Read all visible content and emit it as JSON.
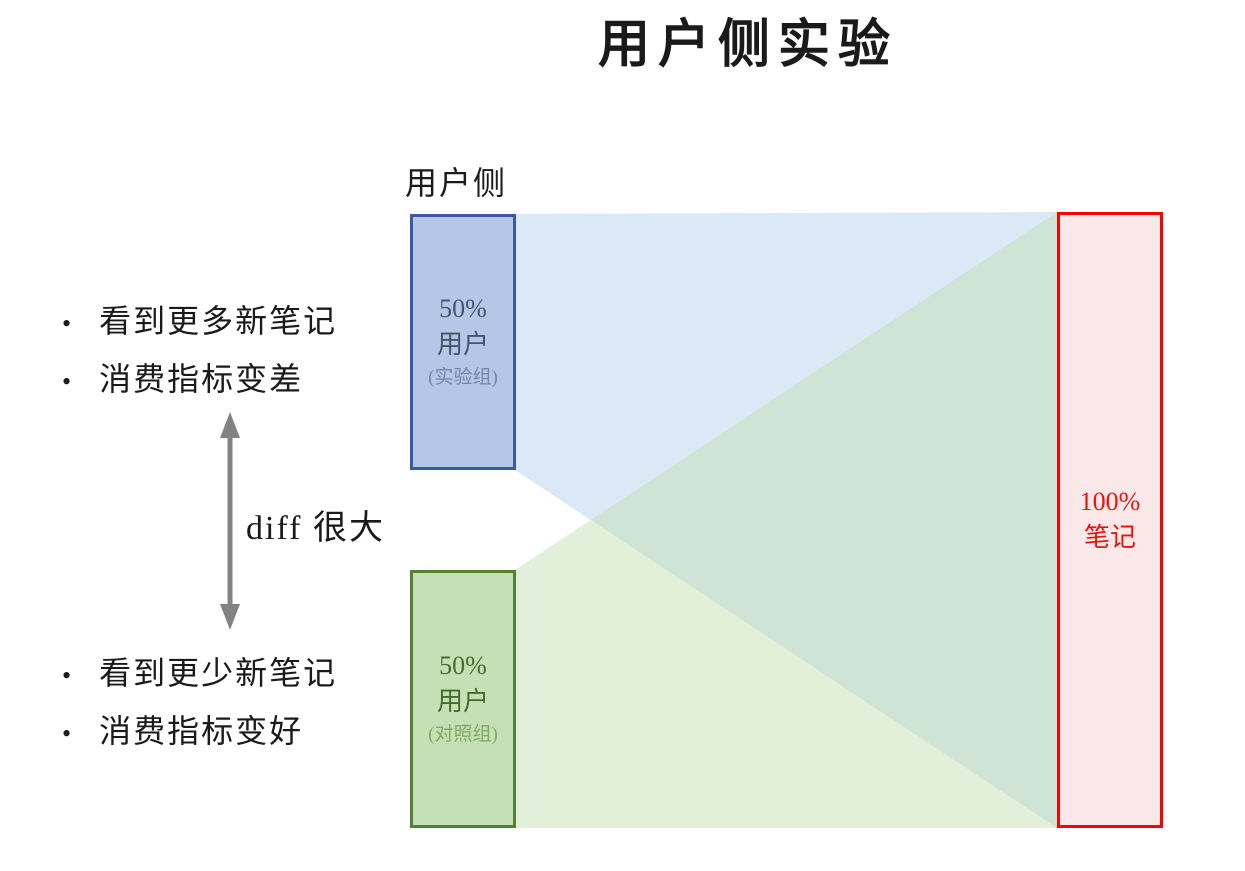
{
  "title": "用户侧实验",
  "labels": {
    "user_side": "用户侧",
    "diff": "diff 很大",
    "bullet_char": "•"
  },
  "bullets_top": [
    "看到更多新笔记",
    "消费指标变差"
  ],
  "bullets_bottom": [
    "看到更少新笔记",
    "消费指标变好"
  ],
  "boxes": {
    "experiment": {
      "percent": "50%",
      "name": "用户",
      "group": "(实验组)"
    },
    "control": {
      "percent": "50%",
      "name": "用户",
      "group": "(对照组)"
    },
    "notes": {
      "percent": "100%",
      "name": "笔记"
    }
  },
  "colors": {
    "experiment_fill": "#b4c7e7",
    "experiment_border": "#3a5ba0",
    "experiment_text": "#44546a",
    "experiment_subtext": "#7386ad",
    "control_fill": "#c5e0b4",
    "control_border": "#538135",
    "control_text": "#466b2f",
    "control_subtext": "#7fa968",
    "notes_fill": "#fbe9e9",
    "notes_border": "#ff0000",
    "notes_text": "#ee1111",
    "beam_blue": "rgba(189, 215, 238, 0.55)",
    "beam_green": "rgba(197, 224, 180, 0.50)",
    "arrow": "#828282",
    "text": "#1a1a1a"
  }
}
